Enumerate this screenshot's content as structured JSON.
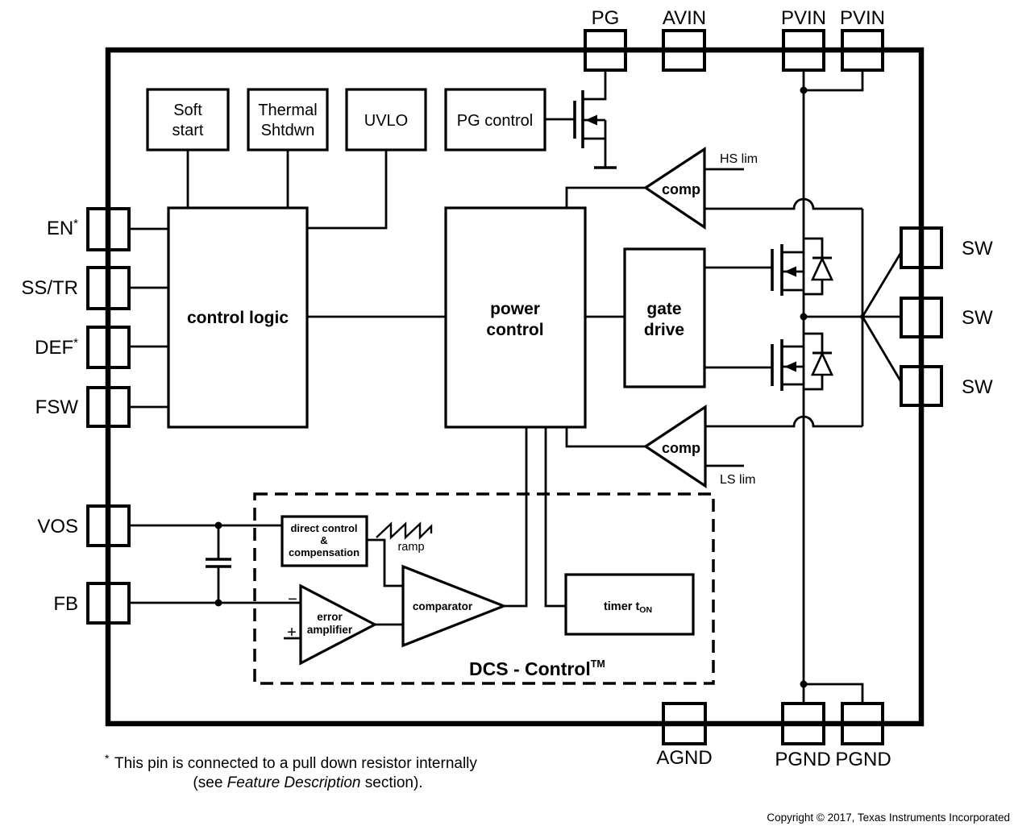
{
  "pins": {
    "pg": "PG",
    "avin": "AVIN",
    "pvin1": "PVIN",
    "pvin2": "PVIN",
    "en": "EN",
    "en_star": "*",
    "sstr": "SS/TR",
    "def": "DEF",
    "def_star": "*",
    "fsw": "FSW",
    "vos": "VOS",
    "fb": "FB",
    "sw1": "SW",
    "sw2": "SW",
    "sw3": "SW",
    "agnd": "AGND",
    "pgnd1": "PGND",
    "pgnd2": "PGND"
  },
  "blocks": {
    "soft_start_l1": "Soft",
    "soft_start_l2": "start",
    "thermal_l1": "Thermal",
    "thermal_l2": "Shtdwn",
    "uvlo": "UVLO",
    "pg_control": "PG control",
    "control_logic": "control logic",
    "power_l1": "power",
    "power_l2": "control",
    "gate_l1": "gate",
    "gate_l2": "drive",
    "comp_hs": "comp",
    "comp_ls": "comp",
    "direct_l1": "direct control",
    "direct_l2": "&",
    "direct_l3": "compensation",
    "error_l1": "error",
    "error_l2": "amplifier",
    "comparator": "comparator",
    "timer": "timer t",
    "timer_sub": "ON"
  },
  "labels": {
    "hs_lim": "HS lim",
    "ls_lim": "LS lim",
    "ramp": "ramp",
    "dcs": "DCS - Control",
    "dcs_tm": "TM",
    "minus": "−",
    "plus": "+",
    "footnote_star": "*",
    "footnote1": "This pin is connected to a pull down resistor internally",
    "footnote2_pre": "(see ",
    "footnote2_italic": "Feature Description",
    "footnote2_post": " section).",
    "copyright": "Copyright © 2017, Texas Instruments Incorporated"
  },
  "colors": {
    "line": "#000000",
    "copyright_text": "#4d4d52",
    "background": "#ffffff"
  }
}
